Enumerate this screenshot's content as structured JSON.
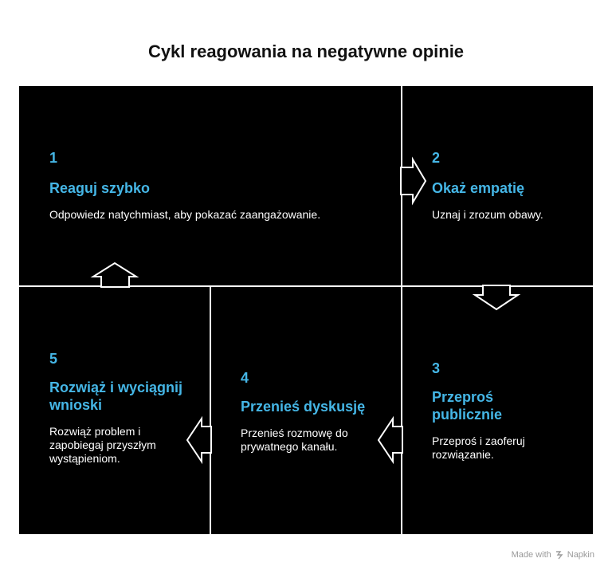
{
  "title": "Cykl reagowania na negatywne opinie",
  "steps": [
    {
      "number": "1",
      "heading": "Reaguj szybko",
      "description": "Odpowiedz natychmiast, aby pokazać zaangażowanie."
    },
    {
      "number": "2",
      "heading": "Okaż empatię",
      "description": "Uznaj i zrozum obawy."
    },
    {
      "number": "3",
      "heading": "Przeproś publicznie",
      "description": "Przeproś i zaoferuj rozwiązanie."
    },
    {
      "number": "4",
      "heading": "Przenieś dyskusję",
      "description": "Przenieś rozmowę do prywatnego kanału."
    },
    {
      "number": "5",
      "heading": "Rozwiąż i wyciągnij wnioski",
      "description": "Rozwiąż problem i zapobiegaj przyszłym wystąpieniom."
    }
  ],
  "footer": {
    "made_with": "Made with",
    "brand": "Napkin"
  },
  "colors": {
    "background": "#000000",
    "accent": "#45b6e6",
    "text": "#ffffff",
    "lines": "#ffffff"
  }
}
